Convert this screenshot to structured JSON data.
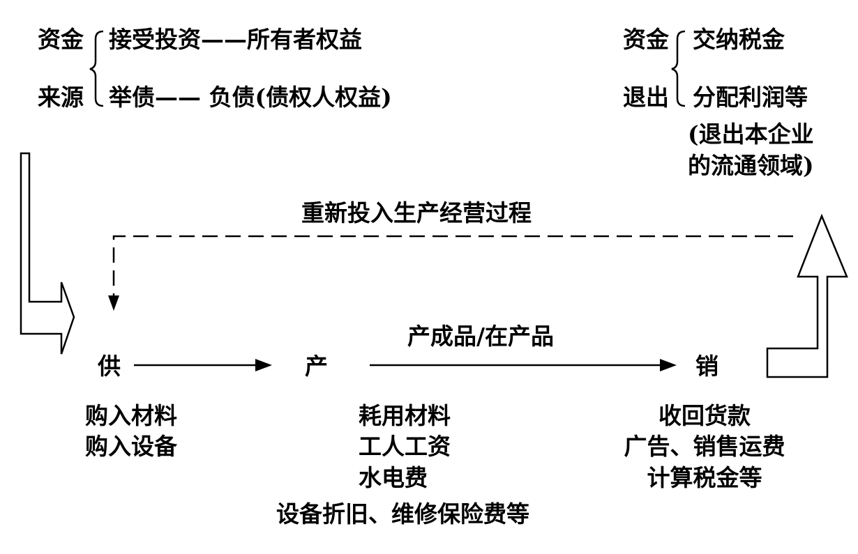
{
  "source": {
    "label_line1": "资金",
    "label_line2": "来源",
    "item1": "接受投资——所有者权益",
    "item2": "举债—— 负债(债权人权益)"
  },
  "exit": {
    "label_line1": "资金",
    "label_line2": "退出",
    "item1": "交纳税金",
    "item2": "分配利润等",
    "note_line1": "(退出本企业",
    "note_line2": "的流通领域)"
  },
  "reinvest_label": "重新投入生产经营过程",
  "stages": {
    "supply": "供",
    "production": "产",
    "sales": "销"
  },
  "flow_label": "产成品/在产品",
  "supply_items": [
    "购入材料",
    "购入设备"
  ],
  "production_items": [
    "耗用材料",
    "工人工资",
    "水电费"
  ],
  "production_footer": "设备折旧、维修保险费等",
  "sales_items": [
    "收回货款",
    "广告、销售运费",
    "计算税金等"
  ]
}
